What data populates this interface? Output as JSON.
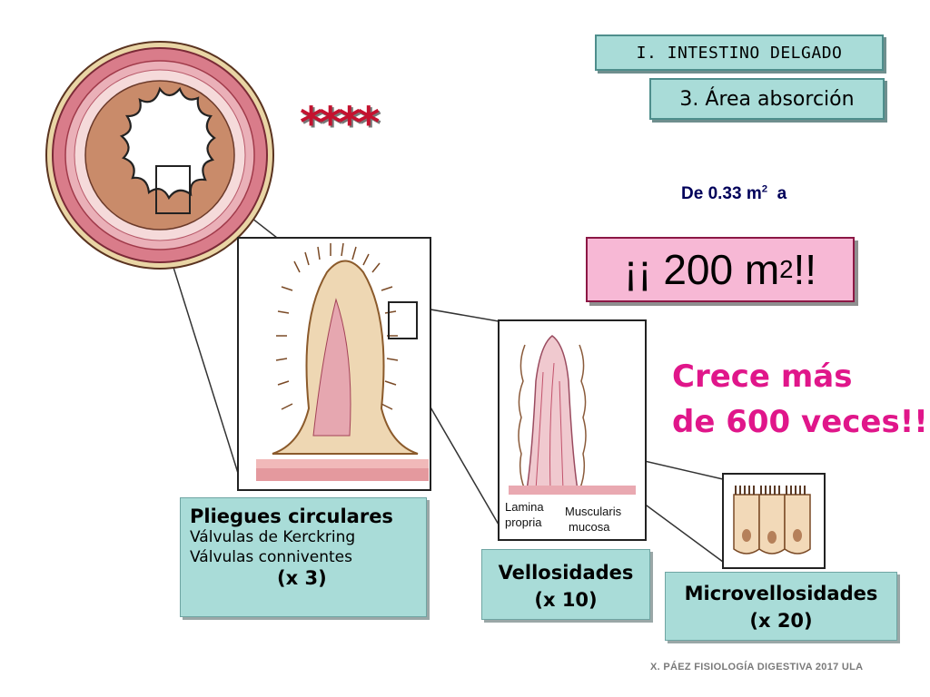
{
  "header": {
    "section": "I. INTESTINO DELGADO",
    "subsection": "3. Área absorción"
  },
  "decoration": {
    "stars": "****",
    "star_color": "#c4122f"
  },
  "area": {
    "from_prefix": "De 0.33 m",
    "from_exp": "2",
    "from_suffix": "a",
    "to_main": "¡¡ 200 m",
    "to_exp": "2",
    "to_suffix": " !!"
  },
  "growth": {
    "line1": "Crece más",
    "line2": "de 600 veces!!",
    "color": "#e0168a"
  },
  "levels": [
    {
      "title": "Pliegues circulares",
      "sub1": "Válvulas de Kerckring",
      "sub2": "Válvulas conniventes",
      "factor": "(x 3)"
    },
    {
      "title": "Vellosidades",
      "factor": "(x 10)"
    },
    {
      "title": "Microvellosidades",
      "factor": "(x 20)"
    }
  ],
  "villus_labels": {
    "left": "Lamina\npropria",
    "left1": "Lamina",
    "left2": "propria",
    "right1": "Muscularis",
    "right2": "mucosa"
  },
  "footer": "X. PÁEZ   FISIOLOGÍA DIGESTIVA 2017  ULA"
}
